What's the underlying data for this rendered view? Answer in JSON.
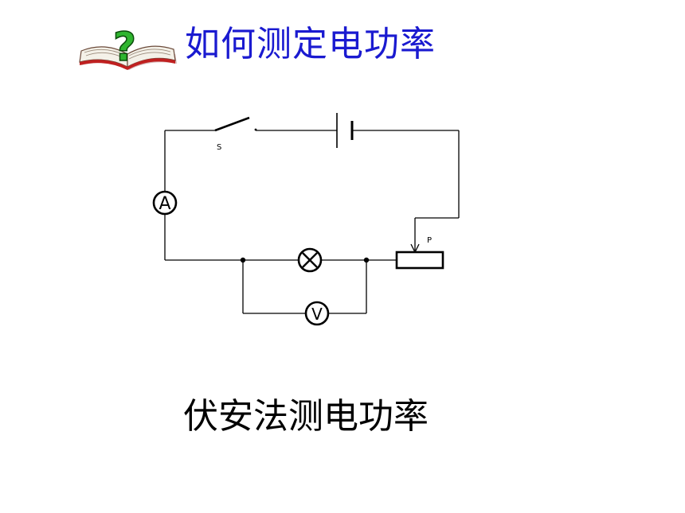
{
  "title": "如何测定电功率",
  "caption": "伏安法测电功率",
  "icon": {
    "name": "book-question-icon",
    "symbol": "?"
  },
  "circuit": {
    "switch_label": "S",
    "slider_label": "P",
    "ammeter_symbol": "A",
    "voltmeter_symbol": "V",
    "lamp_symbol": "⊗"
  },
  "colors": {
    "title": "#1a1ad0",
    "question_mark": "#2fb52f",
    "wire": "#000000"
  }
}
